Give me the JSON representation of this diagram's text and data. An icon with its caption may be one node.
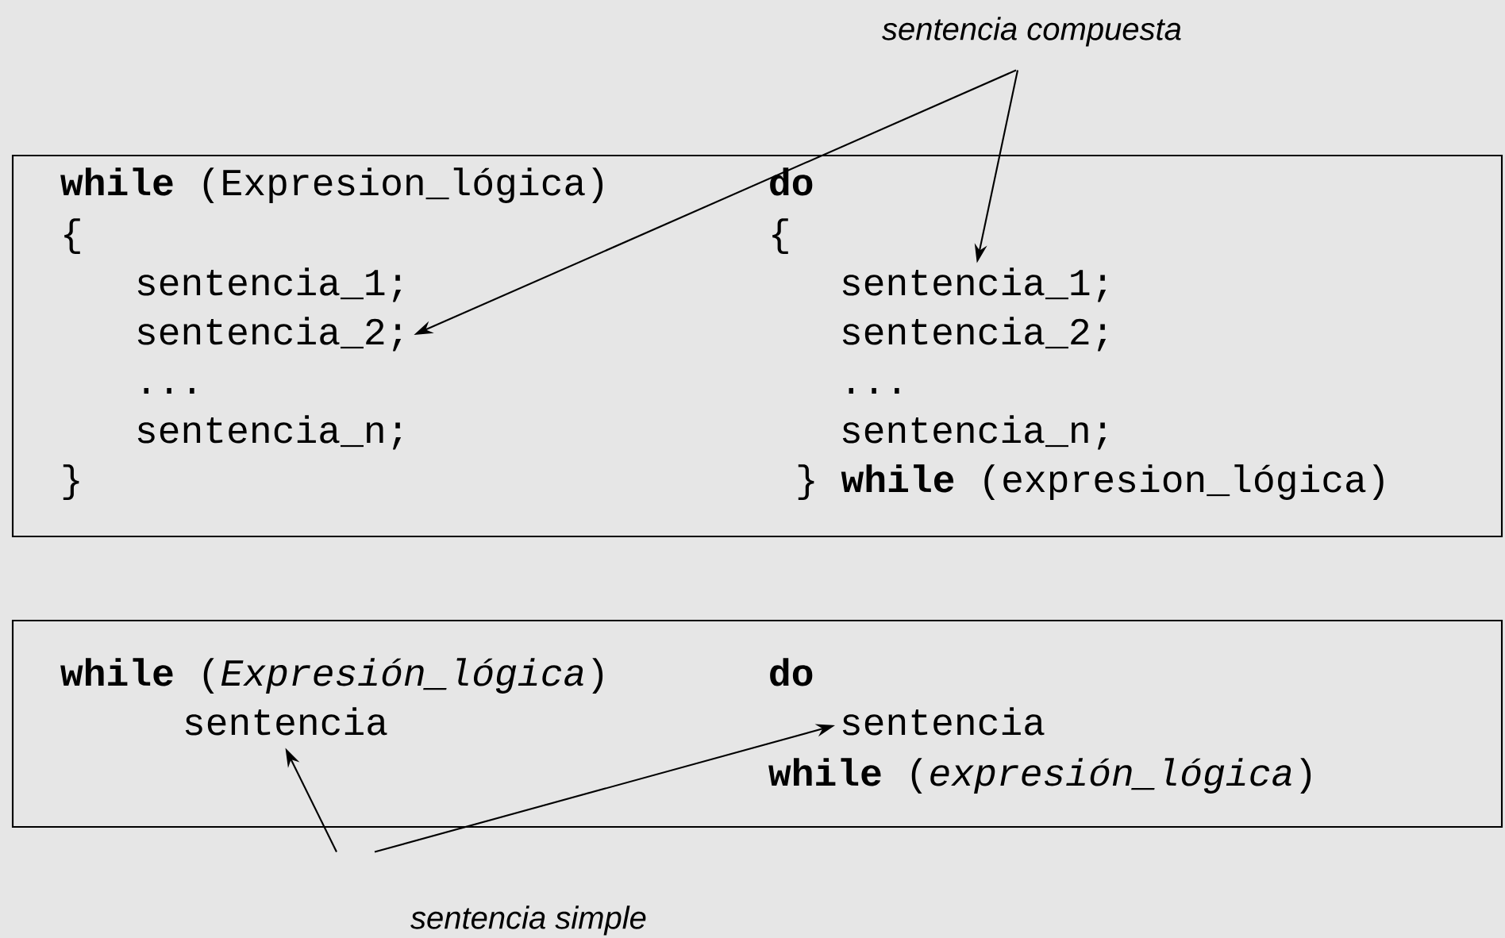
{
  "diagram": {
    "nodes": [
      {
        "text": [
          "sentencia compuesta"
        ]
      },
      {
        "text": [],
        "shape": "box"
      },
      {
        "text": [
          "sentencia_2;"
        ],
        "in": 1
      },
      {
        "text": [
          "sentencia_1;"
        ],
        "in": 1
      },
      {
        "text": [],
        "shape": "box"
      },
      {
        "text": [
          "sentencia"
        ],
        "in": 4
      },
      {
        "text": [
          "sentencia"
        ],
        "in": 4
      },
      {
        "text": [
          "sentencia simple"
        ]
      }
    ],
    "edges": [
      {
        "from": 0,
        "to": 2,
        "arrow": "to"
      },
      {
        "from": 0,
        "to": 3,
        "arrow": "to"
      },
      {
        "from": 7,
        "to": 5,
        "arrow": "to"
      },
      {
        "from": 7,
        "to": 6,
        "arrow": "to"
      }
    ],
    "labels": [
      "**while** (Expresion_lógica)",
      "**do**",
      "{",
      "{",
      "sentencia_1;",
      "sentencia_2;",
      "...",
      "...",
      "sentencia_n;",
      "sentencia_n;",
      "}",
      "} **while** (expresion_lógica)",
      "**while** (*Expresión_lógica*)",
      "**do**",
      "**while** (*expresión_lógica*)"
    ]
  }
}
